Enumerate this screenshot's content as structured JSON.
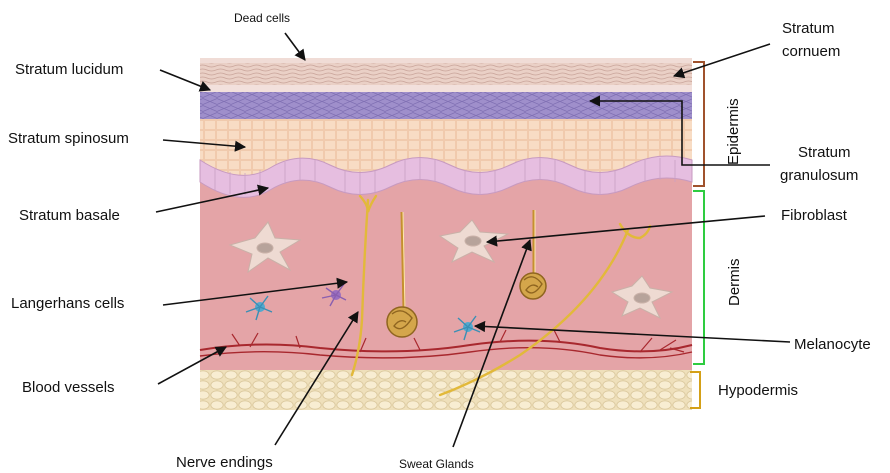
{
  "diagram": {
    "labels": {
      "dead_cells": "Dead cells",
      "stratum_cornuem_1": "Stratum",
      "stratum_cornuem_2": "cornuem",
      "stratum_lucidum": "Stratum lucidum",
      "stratum_spinosum": "Stratum spinosum",
      "stratum_granulosum_1": "Stratum",
      "stratum_granulosum_2": "granulosum",
      "stratum_basale": "Stratum basale",
      "fibroblast": "Fibroblast",
      "langerhans_cells": "Langerhans cells",
      "melanocyte": "Melanocyte",
      "blood_vessels": "Blood vessels",
      "hypodermis": "Hypodermis",
      "nerve_endings": "Nerve endings",
      "sweat_glands": "Sweat Glands",
      "epidermis": "Epidermis",
      "dermis": "Dermis"
    },
    "colors": {
      "epidermis_bracket": "#a0522d",
      "dermis_bracket": "#2ecc40",
      "hypodermis_bracket": "#d4a017",
      "dermis_tissue": "#e3a3a6",
      "basale_layer": "#e6bde0",
      "spinosum_layer": "#f7d9c0",
      "granulosum_layer": "#a090c8",
      "cornuem_layer": "#e8c8c0",
      "hypodermis_fat": "#f3e6c4",
      "nerve": "#e8c040",
      "blood_vessel": "#b03030"
    }
  }
}
